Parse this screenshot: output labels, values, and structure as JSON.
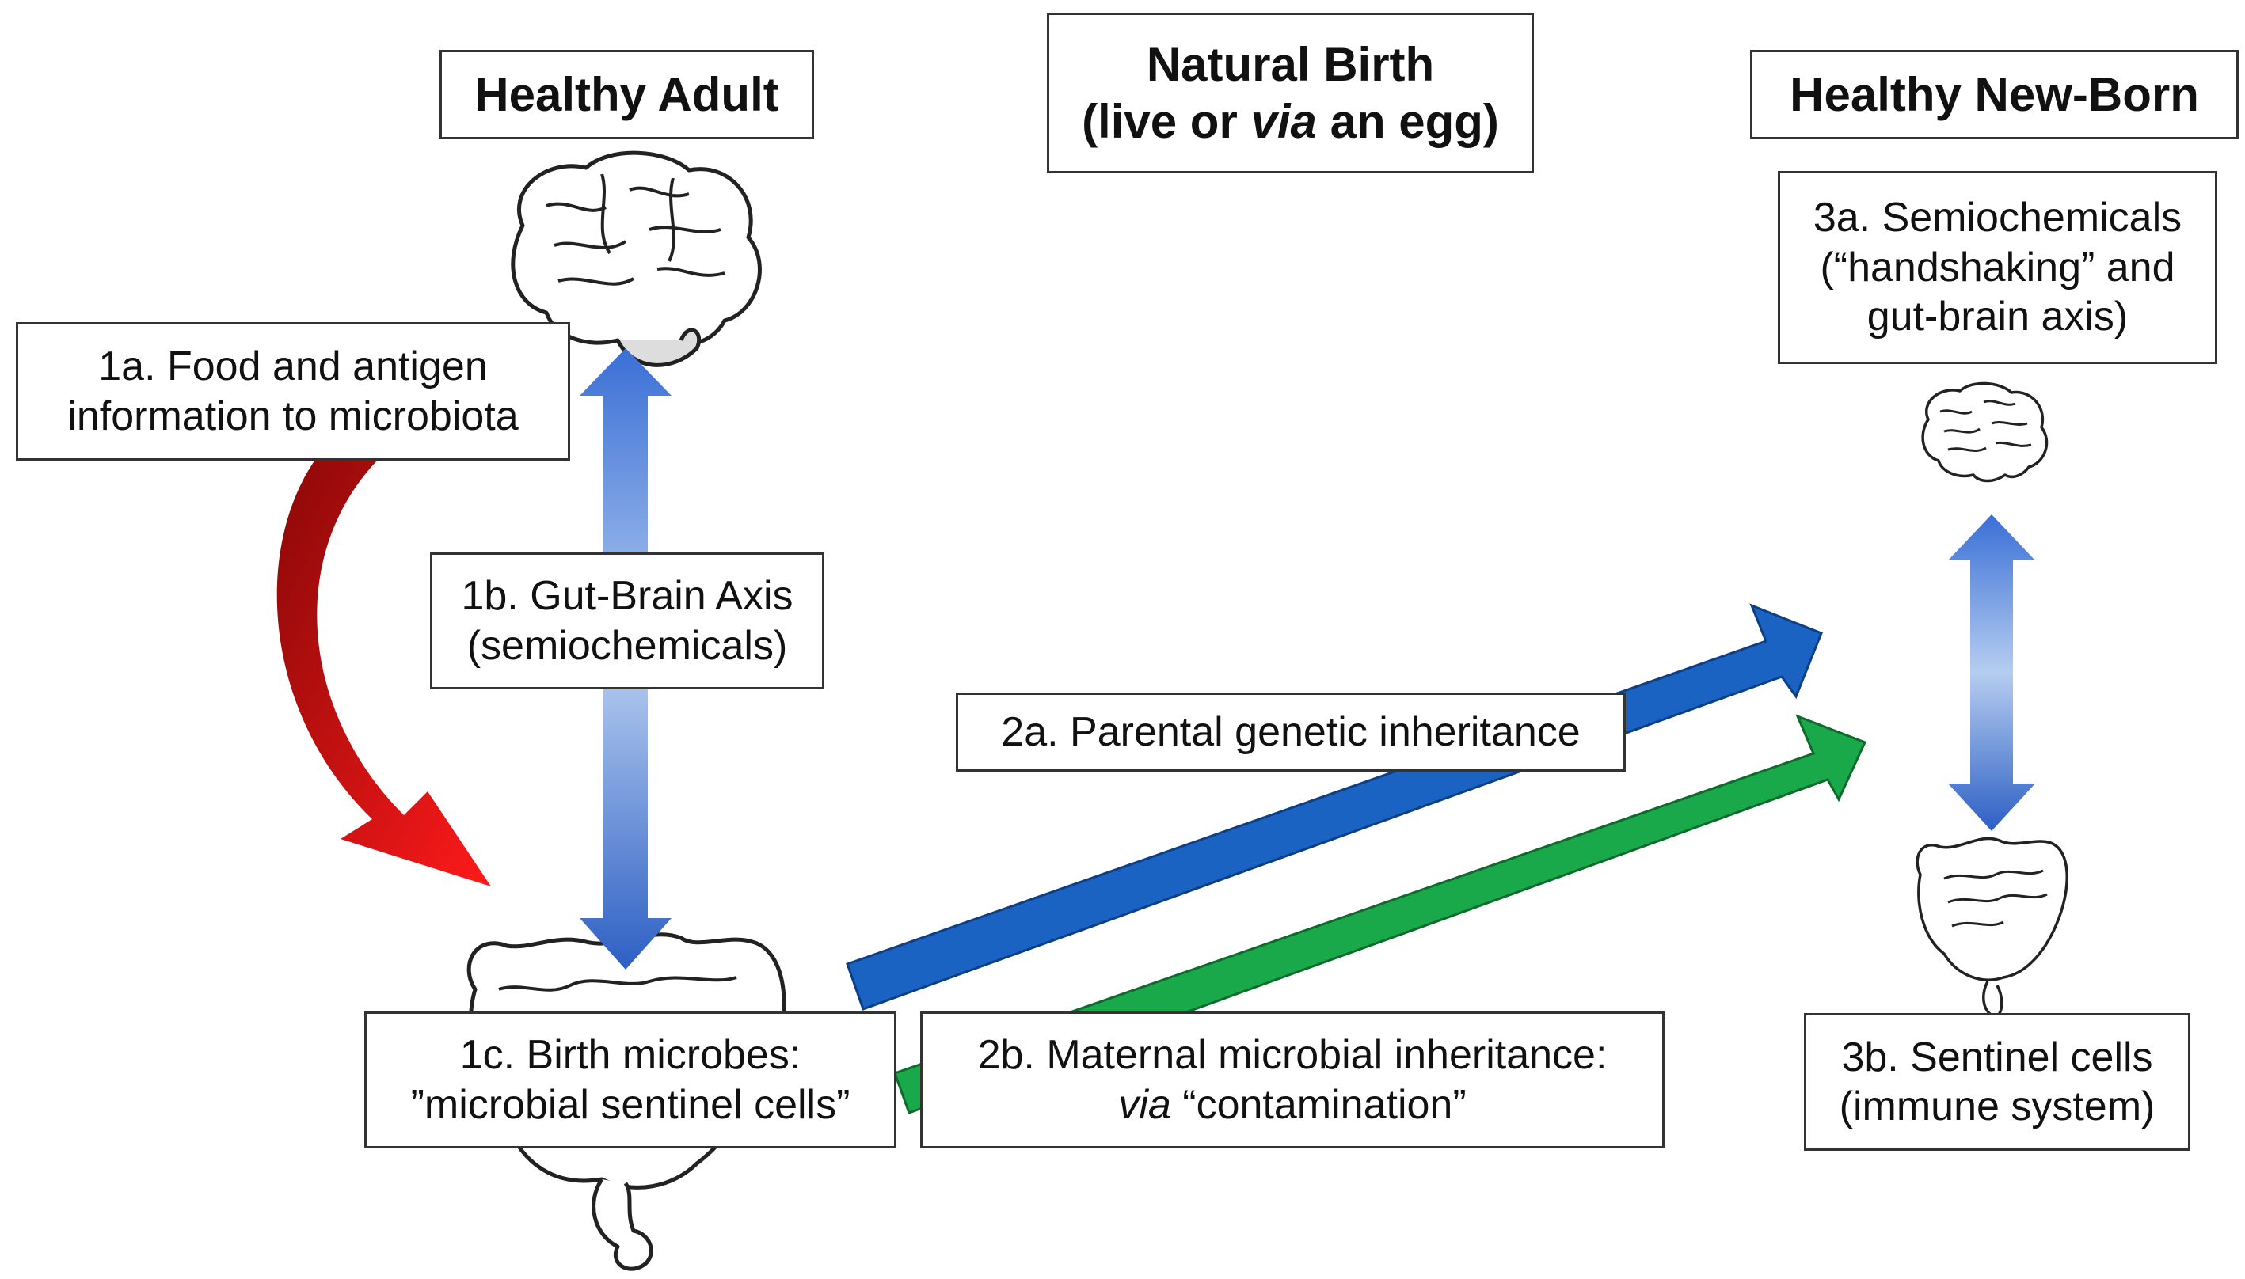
{
  "headers": {
    "healthy_adult": "Healthy Adult",
    "natural_birth_line1": "Natural Birth",
    "natural_birth_line2_pre": "(live or ",
    "natural_birth_line2_italic": "via",
    "natural_birth_line2_post": " an egg)",
    "healthy_newborn": "Healthy New-Born"
  },
  "labels": {
    "l1a_line1": "1a. Food and antigen",
    "l1a_line2": "information to microbiota",
    "l1b_line1": "1b. Gut-Brain Axis",
    "l1b_line2": "(semiochemicals)",
    "l1c_line1": "1c. Birth microbes:",
    "l1c_line2": "”microbial sentinel cells”",
    "l2a": "2a. Parental genetic inheritance",
    "l2b_line1": "2b. Maternal microbial inheritance:",
    "l2b_line2_italic": "via",
    "l2b_line2_post": " “contamination”",
    "l3a_line1": "3a. Semiochemicals",
    "l3a_line2": "(“handshaking” and",
    "l3a_line3": "gut-brain axis)",
    "l3b_line1": "3b. Sentinel cells",
    "l3b_line2": "(immune system)"
  },
  "colors": {
    "blue_arrow": "#1a63c2",
    "green_arrow": "#19a84a",
    "red_arrow": "#d81a1a",
    "vertical_arrow": "#3b6fd1"
  },
  "icons": [
    "brain-icon",
    "intestine-icon"
  ]
}
